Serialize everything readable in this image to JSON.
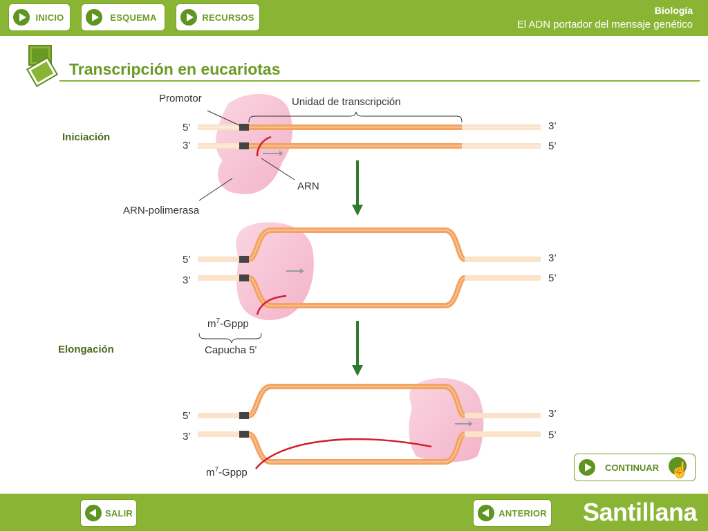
{
  "header": {
    "buttons": [
      {
        "label": "INICIO"
      },
      {
        "label": "ESQUEMA"
      },
      {
        "label": "RECURSOS"
      }
    ],
    "subject": "Biología",
    "unit": "El ADN portador del mensaje genético"
  },
  "title": "Transcripción en eucariotas",
  "diagram": {
    "stages": {
      "initiation": "Iniciación",
      "elongation": "Elongación"
    },
    "labels": {
      "promoter": "Promotor",
      "transcription_unit": "Unidad de transcripción",
      "rna": "ARN",
      "rna_polymerase": "ARN-polimerasa",
      "cap_prefix": "m",
      "cap_sup": "7",
      "cap_suffix": "-Gppp",
      "cap5": "Capucha 5'",
      "five_prime": "5’",
      "three_prime": "3’"
    }
  },
  "footer": {
    "continue": "CONTINUAR",
    "exit": "SALIR",
    "previous": "ANTERIOR",
    "brand": "Santillana"
  },
  "colors": {
    "bar_green": "#8ab534",
    "title_green": "#6a9a24",
    "strand": "#f4a462",
    "polymerase": "#f7c6d6",
    "rna": "#d21e2d",
    "arrow": "#2f7a2f"
  },
  "icons": [
    "play-icon",
    "chevron-left-icon",
    "pointer-hand-icon",
    "slides-icon"
  ]
}
